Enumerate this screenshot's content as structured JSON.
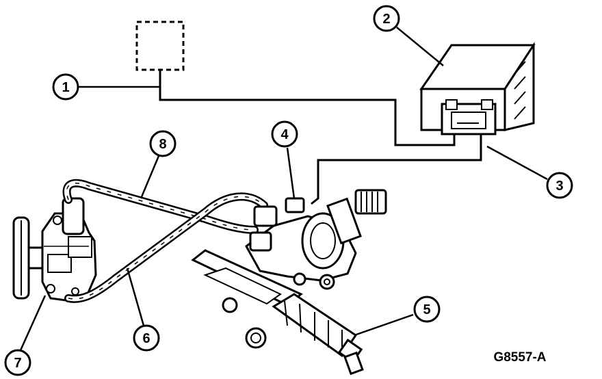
{
  "figure": {
    "id_label": "G8557-A",
    "line_color": "#000000",
    "background": "#ffffff"
  },
  "callouts": [
    {
      "number": "1"
    },
    {
      "number": "2"
    },
    {
      "number": "3"
    },
    {
      "number": "4"
    },
    {
      "number": "5"
    },
    {
      "number": "6"
    },
    {
      "number": "7"
    },
    {
      "number": "8"
    }
  ]
}
